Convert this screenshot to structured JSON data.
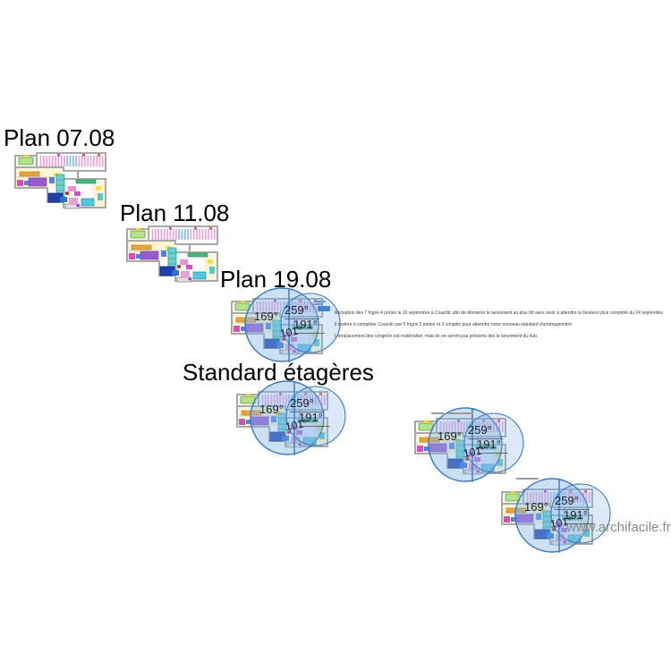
{
  "canvas": {
    "watermark": "www.archifacile.fr",
    "angle_labels": [
      "169°",
      "259°",
      "191°",
      "101°"
    ]
  },
  "plans": [
    {
      "title": "Plan 07.08",
      "overlay": false
    },
    {
      "title": "Plan 11.08",
      "overlay": false
    },
    {
      "title": "Plan 19.08",
      "overlay": true
    },
    {
      "title": "Standard étagères",
      "overlay": true
    },
    {
      "title": "",
      "overlay": true
    },
    {
      "title": "",
      "overlay": true
    }
  ],
  "notes": {
    "lines": [
      "Réception des 7 frigos 4 portes le 10 septembre à Couedic afin de démarrer le lancement au plus tôt sans avoir à attendre la livraison plus complète du 24 septembre.",
      "Il restera à compléter Couedic par 5 frigos 2 portes et 3 congélo pour atteindre notre nouveau standard d'aménagement.",
      "L'emplacement des congélos est matérialisé, mais ils ne seront pas présents dès le lancement du hub."
    ]
  },
  "colors": {
    "overlay_blue": "#3a7abd",
    "wall_gray": "#a8a8a8",
    "watermark_gray": "#8a8a8a"
  }
}
